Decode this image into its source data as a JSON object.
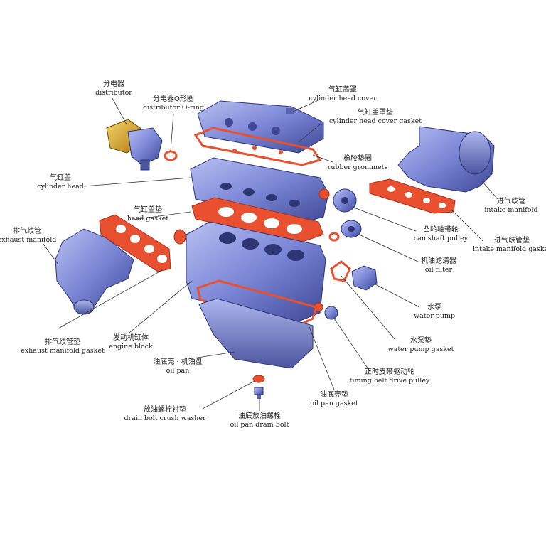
{
  "labels": {
    "distributor": {
      "zh": "分电器",
      "en": "distributor"
    },
    "distributor_oring": {
      "zh": "分电器O形圈",
      "en": "distributor O-ring"
    },
    "cylinder_head_cover": {
      "zh": "气缸盖罩",
      "en": "cylinder head cover"
    },
    "cylinder_head_cover_gasket": {
      "zh": "气缸盖罩垫",
      "en": "cylinder head cover gasket"
    },
    "rubber_grommets": {
      "zh": "橡胶垫圈",
      "en": "rubber grommets"
    },
    "cylinder_head": {
      "zh": "气缸盖",
      "en": "cylinder head"
    },
    "intake_manifold": {
      "zh": "进气歧管",
      "en": "intake manifold"
    },
    "head_gasket": {
      "zh": "气缸盖垫",
      "en": "head gasket"
    },
    "camshaft_pulley": {
      "zh": "凸轮轴带轮",
      "en": "camshaft pulley"
    },
    "intake_manifold_gasket": {
      "zh": "进气歧管垫",
      "en": "intake manifold gasket"
    },
    "exhaust_manifold": {
      "zh": "排气歧管",
      "en": "exhaust manifold"
    },
    "oil_filter": {
      "zh": "机油滤清器",
      "en": "oil filter"
    },
    "water_pump": {
      "zh": "水泵",
      "en": "water pump"
    },
    "exhaust_manifold_gasket": {
      "zh": "排气歧管垫",
      "en": "exhaust manifold gasket"
    },
    "engine_block": {
      "zh": "发动机缸体",
      "en": "engine block"
    },
    "water_pump_gasket": {
      "zh": "水泵垫",
      "en": "water pump gasket"
    },
    "oil_pan": {
      "zh": "油底壳 · 机油盘",
      "en": "oil pan"
    },
    "timing_belt_drive_pulley": {
      "zh": "正时皮带驱动轮",
      "en": "timing belt drive pulley"
    },
    "oil_pan_gasket": {
      "zh": "油底壳垫",
      "en": "oil pan gasket"
    },
    "drain_bolt_crush_washer": {
      "zh": "放油螺栓衬垫",
      "en": "drain bolt crush washer"
    },
    "oil_pan_drain_bolt": {
      "zh": "油底放油螺栓",
      "en": "oil pan drain bolt"
    }
  },
  "colors": {
    "metal_blue": "#7b86d6",
    "metal_dark": "#3d4796",
    "gasket_red": "#e8502f",
    "gasket_dark": "#a8321a",
    "distributor_gold": "#e0b030",
    "leader_line": "#333333"
  }
}
